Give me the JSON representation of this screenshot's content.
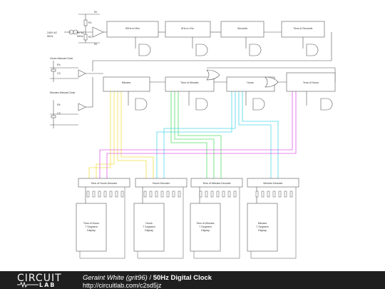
{
  "diagram": {
    "power": {
      "vin": "240V AC",
      "freq": "50Hz",
      "r1": "R1",
      "r2": "R2",
      "sec": "9V AC",
      "sec_freq": "50Hz",
      "v5": "5V",
      "v0": "0V"
    },
    "counters": {
      "div1": "50Hz to 5Hz",
      "div2": "5Hz to 1Hz",
      "seconds": "Seconds",
      "tens_seconds": "Tens of Seconds",
      "minutes": "Minutes",
      "tens_minutes": "Tens of Minutes",
      "hours": "Hours",
      "tens_hours": "Tens of Hours"
    },
    "manual": {
      "hours": "Hours Manual Clock",
      "minutes": "Minutes Manual Clock",
      "r": "R4",
      "c": "C3"
    },
    "decoders": [
      "Tens of Hours Decoder",
      "Hours Decoder",
      "Tens of Minutes Decoder",
      "Minutes Decoder"
    ],
    "displays": [
      [
        "Tens of Hours",
        "7 Segment",
        "Display"
      ],
      [
        "Hours",
        "7 Segment",
        "Display"
      ],
      [
        "Tens of Minutes",
        "7 Segment",
        "Display"
      ],
      [
        "Minutes",
        "7 Segment",
        "Display"
      ]
    ]
  },
  "colors": {
    "yellow": "#f2e24a",
    "cyan": "#4fd8e8",
    "green": "#58e06a",
    "magenta": "#e060e8",
    "wire": "#555555"
  },
  "footer": {
    "logo_top": "CIRCUIT",
    "logo_bottom": "LAB",
    "author": "Geraint White (grit96)",
    "separator": " / ",
    "title": "50Hz Digital Clock",
    "url": "http://circuitlab.com/c2sd5jz"
  }
}
